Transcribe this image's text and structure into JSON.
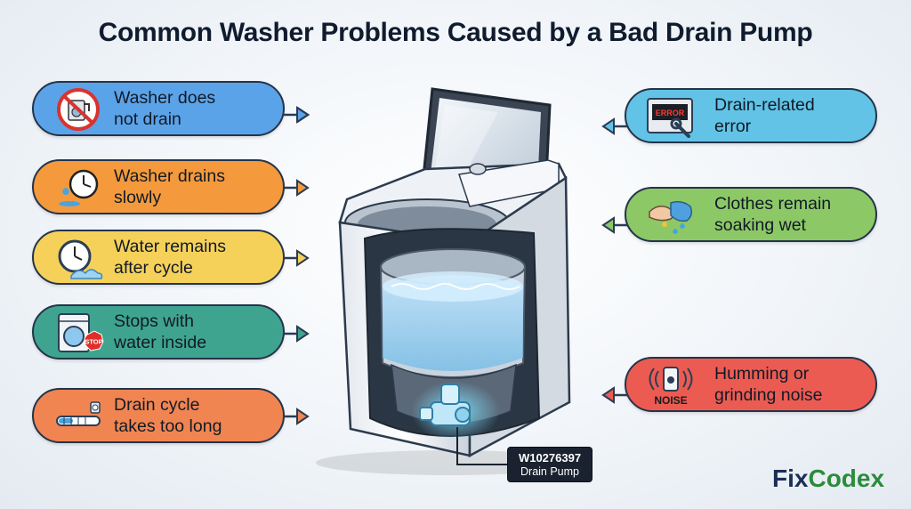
{
  "title": "Common Washer Problems Caused by a Bad Drain Pump",
  "left_problems": [
    {
      "label": "Washer does\nnot drain",
      "color": "#5ba3e8",
      "icon": "no-drain-icon"
    },
    {
      "label": "Washer drains\nslowly",
      "color": "#f49a3c",
      "icon": "clock-drip-icon"
    },
    {
      "label": "Water remains\nafter cycle",
      "color": "#f6d15a",
      "icon": "clock-water-icon"
    },
    {
      "label": "Stops with\nwater inside",
      "color": "#3fa48f",
      "icon": "washer-stop-icon"
    },
    {
      "label": "Drain cycle\ntakes too long",
      "color": "#f08552",
      "icon": "progress-bar-icon"
    }
  ],
  "right_problems": [
    {
      "label": "Drain-related\nerror",
      "color": "#62c3e6",
      "icon": "error-display-icon"
    },
    {
      "label": "Clothes remain\nsoaking wet",
      "color": "#8cc866",
      "icon": "wet-cloth-icon"
    },
    {
      "label": "Humming or\ngrinding noise",
      "color": "#ec5b52",
      "icon": "noise-icon"
    }
  ],
  "icon_texts": {
    "error": "ERROR",
    "stop": "STOP",
    "noise": "NOISE"
  },
  "part": {
    "number": "W10276397",
    "name": "Drain Pump"
  },
  "brand": {
    "part1": "Fix",
    "part2": "Codex"
  }
}
